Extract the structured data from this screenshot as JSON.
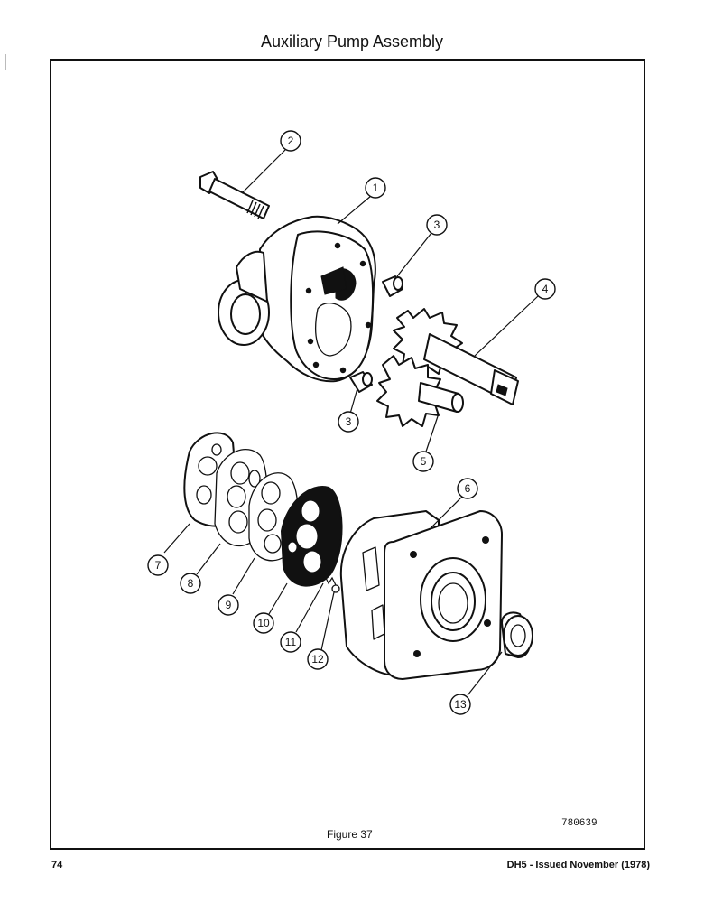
{
  "page": {
    "title": "Auxiliary Pump Assembly",
    "figure_caption": "Figure 37",
    "figure_number": "780639",
    "page_number": "74",
    "issue_info": "DH5 - Issued November (1978)"
  },
  "callouts": [
    "1",
    "2",
    "3",
    "3",
    "4",
    "5",
    "6",
    "7",
    "8",
    "9",
    "10",
    "11",
    "12",
    "13"
  ]
}
